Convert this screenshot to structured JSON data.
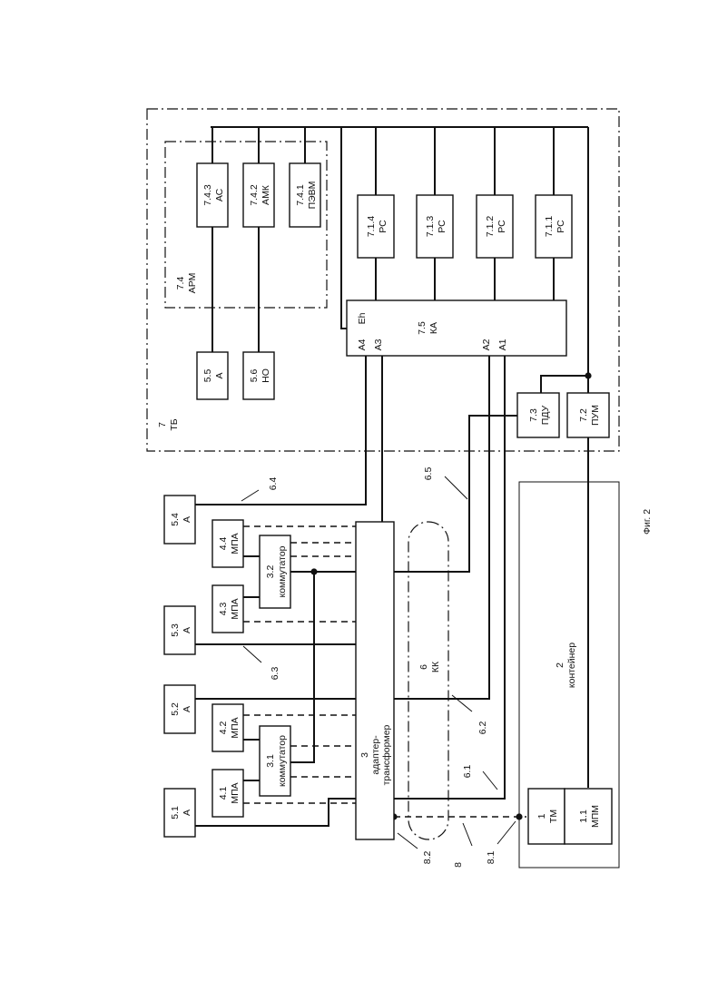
{
  "blocks": {
    "b5_1": [
      "5.1",
      "А"
    ],
    "b5_2": [
      "5.2",
      "А"
    ],
    "b5_3": [
      "5.3",
      "А"
    ],
    "b5_4": [
      "5.4",
      "А"
    ],
    "b4_1": [
      "4.1",
      "МПА"
    ],
    "b4_2": [
      "4.2",
      "МПА"
    ],
    "b4_3": [
      "4.3",
      "МПА"
    ],
    "b4_4": [
      "4.4",
      "МПА"
    ],
    "b3_1": [
      "3.1",
      "коммутатор"
    ],
    "b3_2": [
      "3.2",
      "коммутатор"
    ],
    "b3": [
      "3",
      "адаптер-",
      "трансформер"
    ],
    "b1": [
      "1",
      "ТМ"
    ],
    "b1_1": [
      "1.1",
      "МПМ"
    ],
    "b7_2": [
      "7.2",
      "ПУМ"
    ],
    "b7_3": [
      "7.3",
      "ПДУ"
    ],
    "b5_5": [
      "5.5",
      "А"
    ],
    "b5_6": [
      "5.6",
      "НО"
    ],
    "b7_4_3": [
      "7.4.3",
      "АС"
    ],
    "b7_4_2": [
      "7.4.2",
      "АМК"
    ],
    "b7_4_1": [
      "7.4.1",
      "ПЭВМ"
    ],
    "b7_1_4": [
      "7.1.4",
      "РС"
    ],
    "b7_1_3": [
      "7.1.3",
      "РС"
    ],
    "b7_1_2": [
      "7.1.2",
      "РС"
    ],
    "b7_1_1": [
      "7.1.1",
      "РС"
    ],
    "b7_5": [
      "7.5",
      "КА"
    ]
  },
  "ports": {
    "a4": "А4",
    "a3": "А3",
    "eh": "Eh",
    "a2": "А2",
    "a1": "А1"
  },
  "labels": {
    "tb": [
      "7",
      "ТБ"
    ],
    "arm": [
      "7.4",
      "АРМ"
    ],
    "container": [
      "2",
      "контейнер"
    ],
    "kk": [
      "6",
      "КК"
    ],
    "l6_1": "6.1",
    "l6_2": "6.2",
    "l6_3": "6.3",
    "l6_4": "6.4",
    "l6_5": "6.5",
    "l8": "8",
    "l8_1": "8.1",
    "l8_2": "8.2"
  },
  "figure": "Фиг. 2"
}
